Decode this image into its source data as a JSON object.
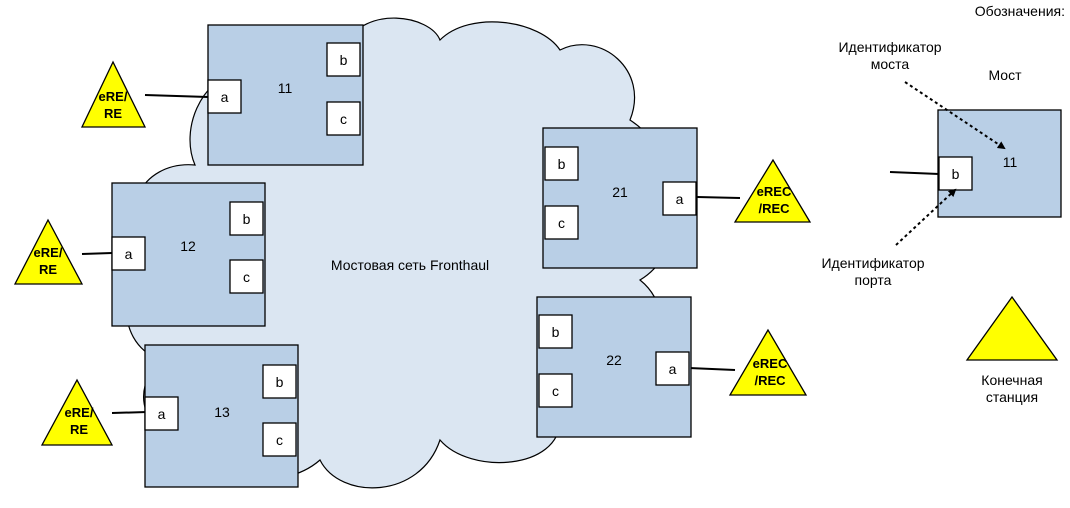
{
  "network_label": "Мостовая сеть Fronthaul",
  "bridges": [
    {
      "id": "11",
      "ports": {
        "a": "a",
        "b": "b",
        "c": "c"
      }
    },
    {
      "id": "12",
      "ports": {
        "a": "a",
        "b": "b",
        "c": "c"
      }
    },
    {
      "id": "13",
      "ports": {
        "a": "a",
        "b": "b",
        "c": "c"
      }
    },
    {
      "id": "21",
      "ports": {
        "a": "a",
        "b": "b",
        "c": "c"
      }
    },
    {
      "id": "22",
      "ports": {
        "a": "a",
        "b": "b",
        "c": "c"
      }
    }
  ],
  "end_stations": [
    {
      "line1": "eRE/",
      "line2": "RE"
    },
    {
      "line1": "eRE/",
      "line2": "RE"
    },
    {
      "line1": "eRE/",
      "line2": "RE"
    },
    {
      "line1": "eREC",
      "line2": "/REC"
    },
    {
      "line1": "eREC",
      "line2": "/REC"
    }
  ],
  "legend": {
    "title": "Обозначения:",
    "bridge_id_line1": "Идентификатор",
    "bridge_id_line2": "моста",
    "bridge_label": "Мост",
    "bridge_example_id": "11",
    "port_example": "b",
    "port_id_line1": "Идентификатор",
    "port_id_line2": "порта",
    "end_station_line1": "Конечная",
    "end_station_line2": "станция"
  },
  "colors": {
    "bridge_fill": "#b9cfe6",
    "cloud_fill": "#dbe6f2",
    "end_station_fill": "#ffff00"
  }
}
